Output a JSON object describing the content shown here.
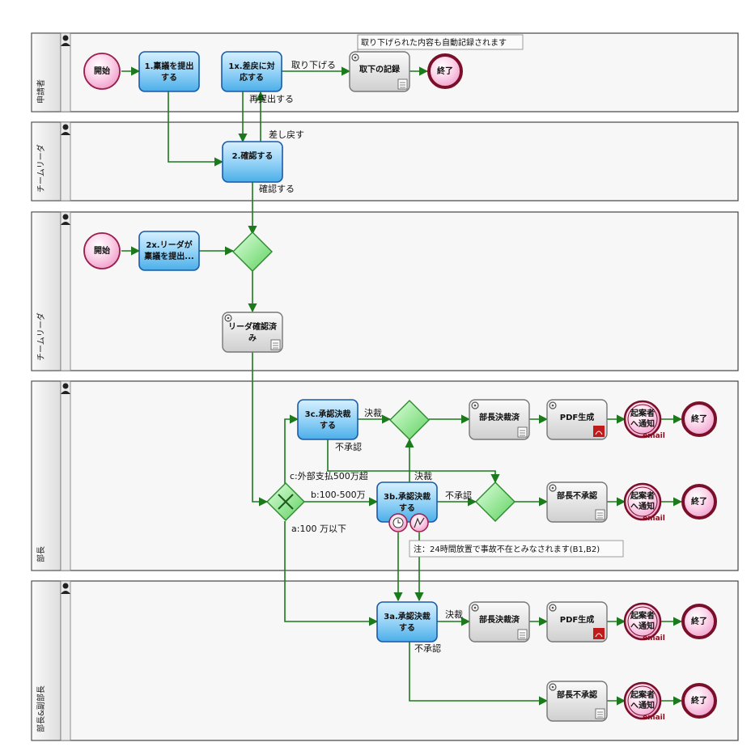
{
  "lanes": [
    {
      "label": "申請者"
    },
    {
      "label": "チームリーダ"
    },
    {
      "label": "チームリーダ"
    },
    {
      "label": "部長"
    },
    {
      "label": "部長&副部長"
    }
  ],
  "events": {
    "start1": "開始",
    "end1": "終了",
    "start2": "開始",
    "end_r1": "終了",
    "end_r2": "終了",
    "end_r3": "終了",
    "end_r4": "終了"
  },
  "tasks": {
    "t1": [
      "1.稟議を提出",
      "する"
    ],
    "t1x": [
      "1x.差戻に対",
      "応する"
    ],
    "t_withdraw": [
      "取下の記録"
    ],
    "t2": [
      "2.確認する"
    ],
    "t2x": [
      "2x.リーダが",
      "稟議を提出..."
    ],
    "t_leader": [
      "リーダ確認済",
      "み"
    ],
    "t3c": [
      "3c.承認決裁",
      "する"
    ],
    "t3b": [
      "3b.承認決裁",
      "する"
    ],
    "t3a": [
      "3a.承認決裁",
      "する"
    ],
    "t_ok1": [
      "部長決裁済"
    ],
    "t_pdf1": [
      "PDF生成"
    ],
    "t_ng1": [
      "部長不承認"
    ],
    "t_ok2": [
      "部長決裁済"
    ],
    "t_pdf2": [
      "PDF生成"
    ],
    "t_ng2": [
      "部長不承認"
    ]
  },
  "notify": {
    "line1": "起案者",
    "line2": "へ通知",
    "email": "email"
  },
  "flow_labels": {
    "withdraw": "取り下げる",
    "resubmit": "再提出する",
    "sendback": "差し戻す",
    "confirm": "確認する",
    "decide1": "決裁",
    "reject1": "不承認",
    "decide2": "決裁",
    "reject2": "不承認",
    "c": "c:外部支払500万超",
    "b": "b:100-500万",
    "a": "a:100 万以下",
    "decide3": "決裁",
    "reject3": "不承認"
  },
  "notes": {
    "withdraw_note": "取り下げられた内容も自動記録されます",
    "timeout_note": "注：24時間放置で事故不在とみなされます(B1,B2)"
  },
  "colors": {
    "flow": "#1b7a1b",
    "task_blue": "#9fd6f5",
    "gateway": "#8ee68e",
    "event": "#f9c8e4"
  }
}
